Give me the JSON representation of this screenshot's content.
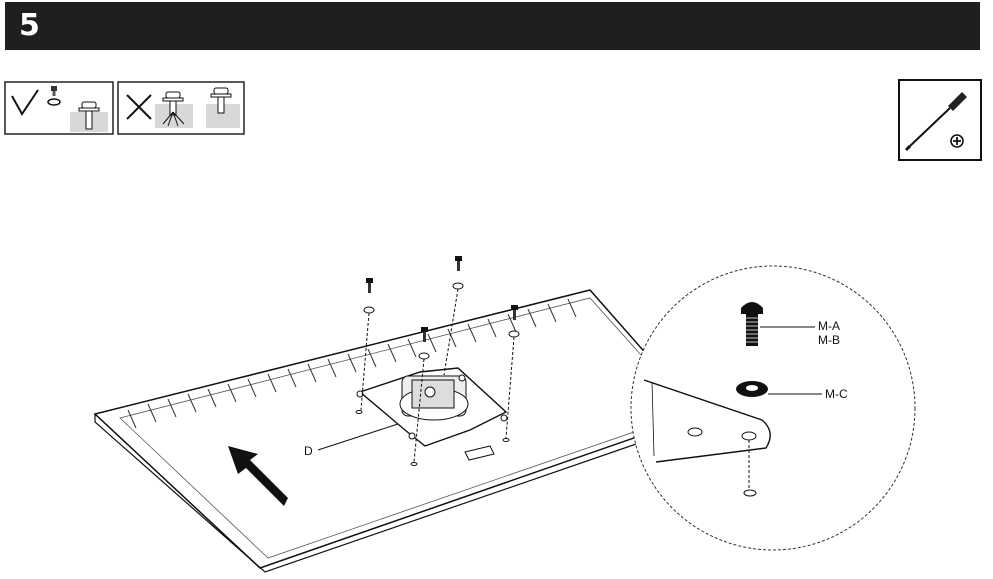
{
  "header": {
    "step_number": "5"
  },
  "figure": {
    "part_labels": {
      "bracket": "D",
      "bolt_a": "M-A",
      "bolt_b": "M-B",
      "washer": "M-C"
    },
    "icons": {
      "correct": "checkmark-icon",
      "incorrect": "x-mark-icon",
      "tool": "phillips-screwdriver-icon"
    }
  }
}
